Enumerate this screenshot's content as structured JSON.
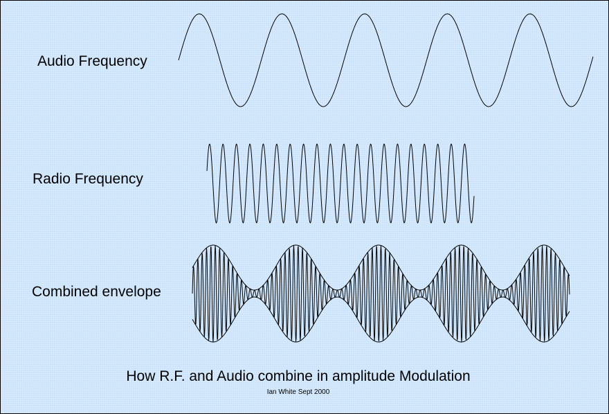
{
  "labels": {
    "audio": "Audio Frequency",
    "radio": "Radio Frequency",
    "combined": "Combined envelope"
  },
  "caption": "How R.F. and Audio combine in amplitude Modulation",
  "author": "Ian White Sept 2000",
  "colors": {
    "background": "#cce4fb",
    "line": "#000000"
  }
}
